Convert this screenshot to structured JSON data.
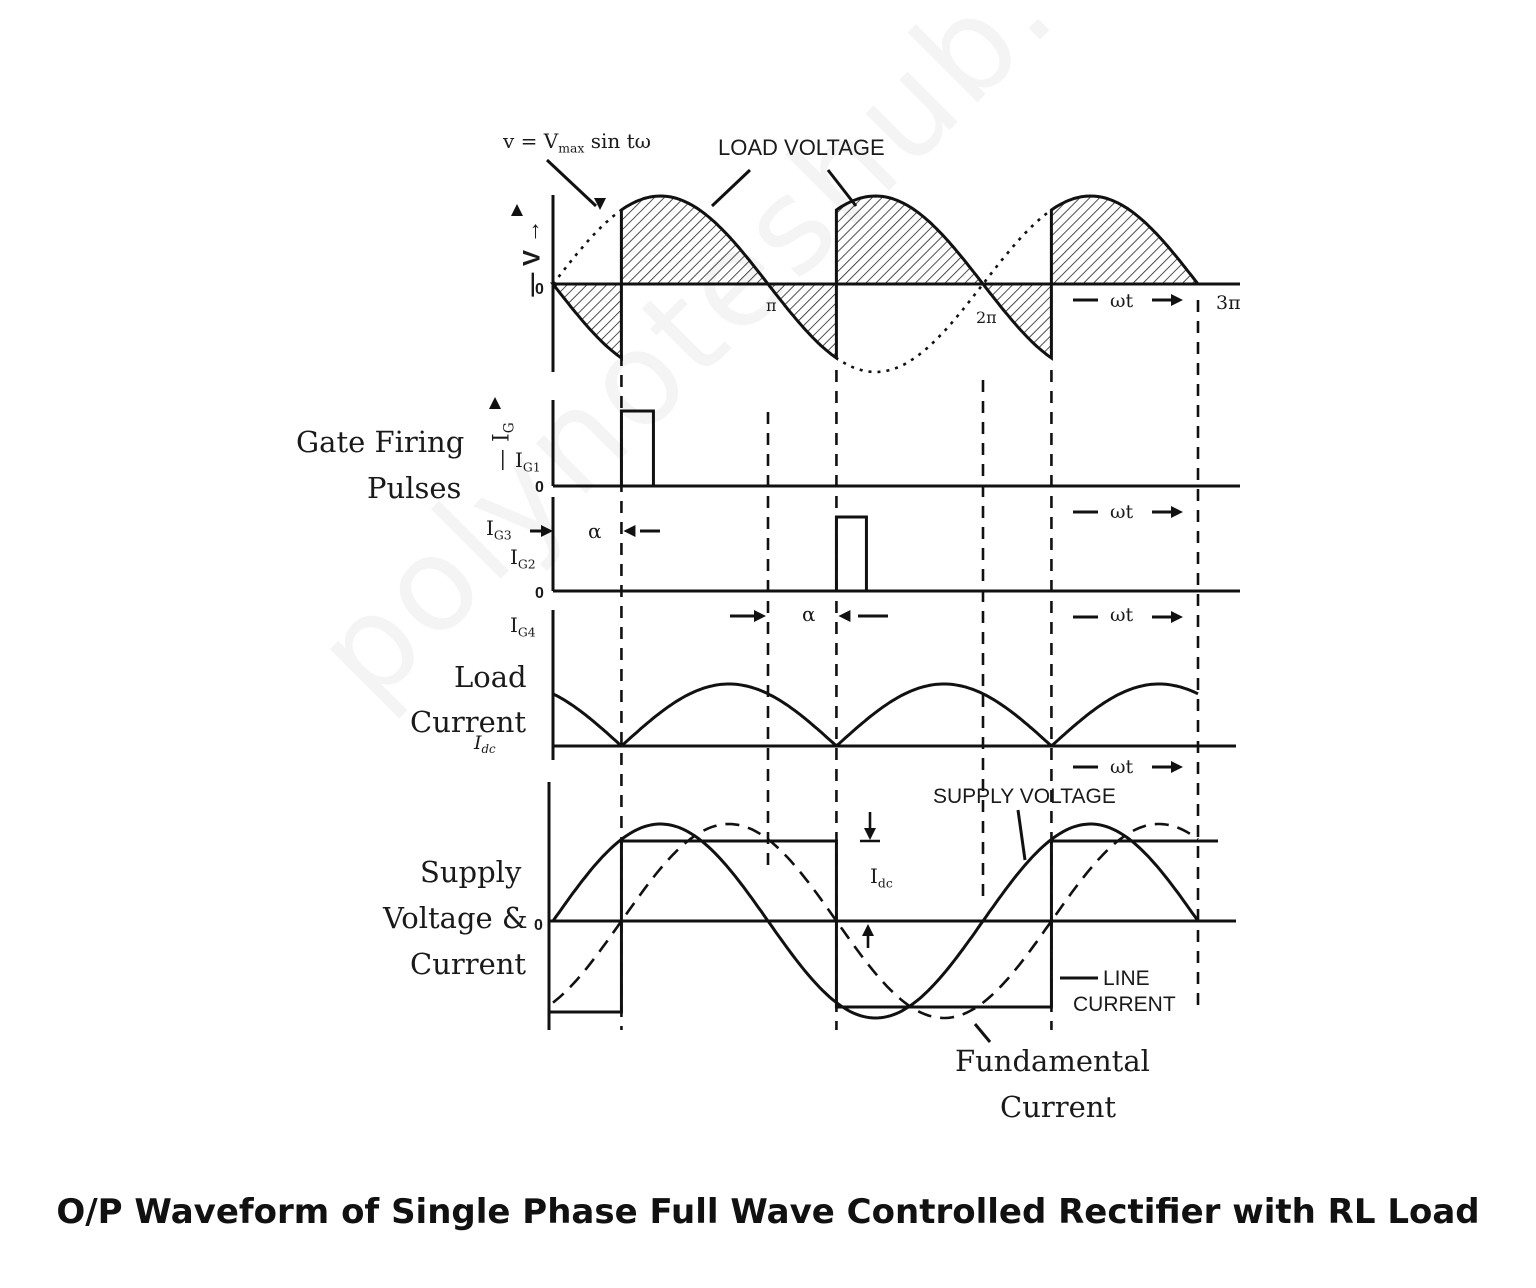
{
  "title": "O/P Waveform of Single Phase Full Wave Controlled Rectifier with RL Load",
  "watermark": "polynoteshub.co.in",
  "side_labels": {
    "gate_line1": "Gate Firing",
    "gate_line2": "Pulses",
    "load_line1": "Load",
    "load_line2": "Current",
    "supply_line1": "Supply",
    "supply_line2": "Voltage &",
    "supply_line3": "Current",
    "fund_line1": "Fundamental",
    "fund_line2": "Current"
  },
  "annotations": {
    "equation_prefix": "v = V",
    "equation_sub": "max",
    "equation_suffix": " sin tω",
    "load_voltage": "LOAD VOLTAGE",
    "supply_voltage": "SUPPLY VOLTAGE",
    "line_current_1": "LINE",
    "line_current_2": "CURRENT",
    "v_axis": "— V →",
    "ig_axis": "— I",
    "ig_axis_sub": "G",
    "ig1": "I",
    "ig1_sub": "G1",
    "ig3": "I",
    "ig3_sub": "G3",
    "ig2": "I",
    "ig2_sub": "G2",
    "ig4": "I",
    "ig4_sub": "G4",
    "idc_left": "I",
    "idc_left_sub": "dc",
    "idc_mid": "I",
    "idc_mid_sub": "dc",
    "alpha": "α",
    "zero": "0",
    "pi": "π",
    "two_pi": "2π",
    "three_pi": "3π",
    "omega_t": "ωt"
  },
  "firing_angle_alpha_rad": 1.0
}
